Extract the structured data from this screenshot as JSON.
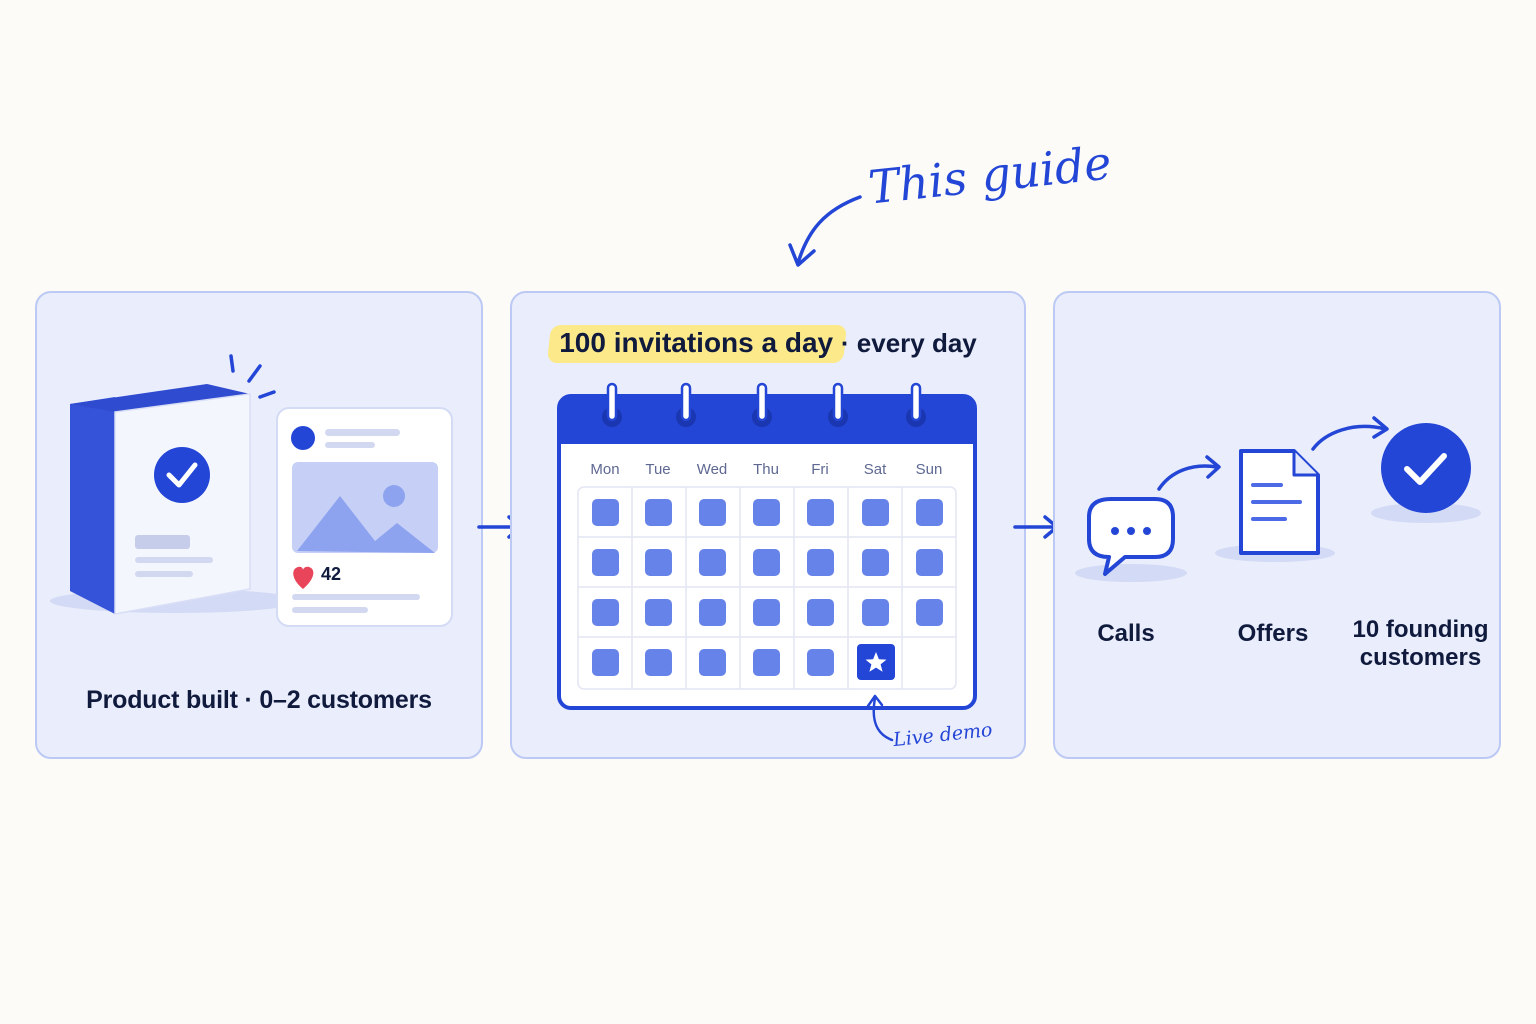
{
  "annotation_top": "This guide",
  "step1": {
    "caption": "Product built · 0–2 customers",
    "post_likes": "42"
  },
  "step2": {
    "heading_highlight": "100 invitations a day",
    "heading_rest": "· every day",
    "weekdays": [
      "Mon",
      "Tue",
      "Wed",
      "Thu",
      "Fri",
      "Sat",
      "Sun"
    ],
    "calendar_rows": 4,
    "special_day_icon": "star-icon",
    "annotation": "Live demo"
  },
  "step3": {
    "stages": [
      {
        "label": "Calls",
        "icon": "chat-bubble-icon"
      },
      {
        "label": "Offers",
        "icon": "document-icon"
      },
      {
        "label": "10 founding customers",
        "icon": "checkmark-circle-icon"
      }
    ]
  },
  "colors": {
    "accent": "#2346d6",
    "panel_bg": "#eaedfb",
    "panel_border": "#bcc9f4",
    "cell": "#6683ea",
    "highlight": "#fbe98a",
    "heart": "#e8455a"
  }
}
